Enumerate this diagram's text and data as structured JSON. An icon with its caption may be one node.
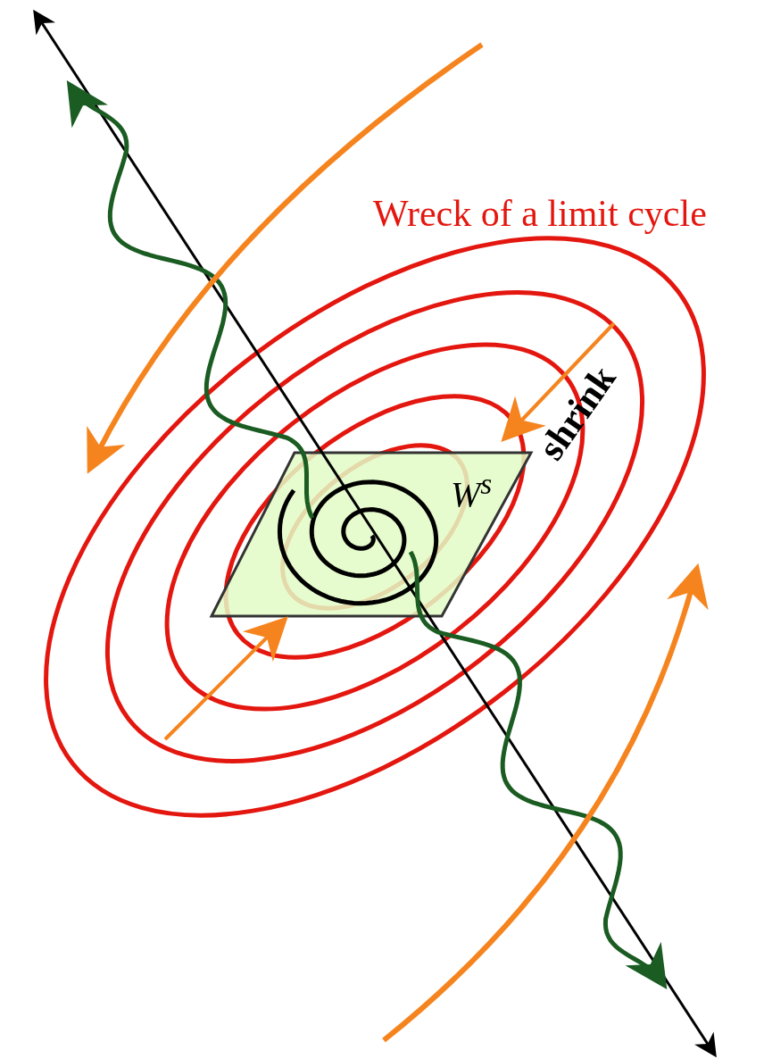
{
  "diagram": {
    "labels": [
      "Wreck of a limit cycle",
      "shrink",
      "W$^{s}$"
    ]
  }
}
